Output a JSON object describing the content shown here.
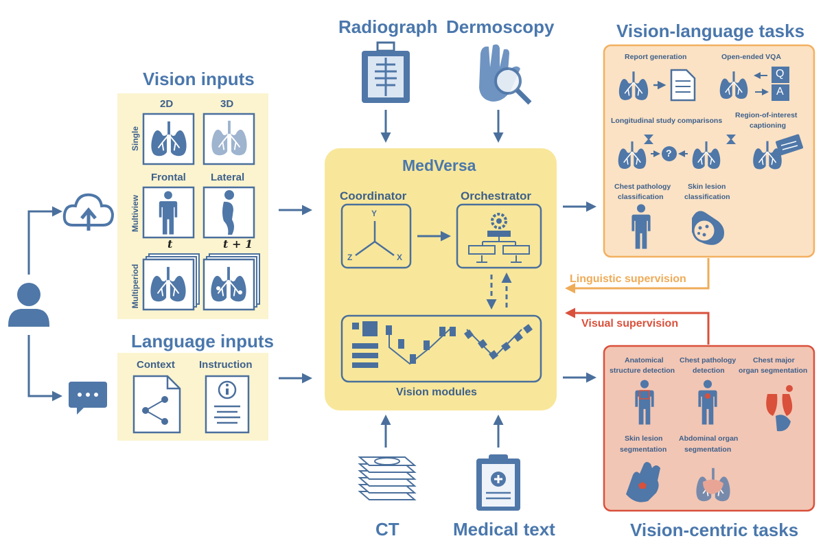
{
  "colors": {
    "blue": "#4a6f9c",
    "icon_blue": "#4f77a8",
    "title_blue": "#4a77ac",
    "yellow_panel": "#fbf4cf",
    "center_panel": "#f8e79a",
    "orange_border": "#f2b060",
    "orange_fill": "#fbe2c4",
    "red_border": "#d9503b",
    "red_fill": "#f2c6b4",
    "linguistic": "#efab58",
    "visual": "#d9503b"
  },
  "user": {
    "icon": "person-icon"
  },
  "cloud": {
    "icon": "cloud-upload-icon"
  },
  "chat": {
    "icon": "chat-bubble-icon"
  },
  "vision_inputs": {
    "title": "Vision inputs",
    "col_2d": "2D",
    "col_3d": "3D",
    "row_single": "Single",
    "row_multiview": "Multiview",
    "row_multiperiod": "Multiperiod",
    "frontal": "Frontal",
    "lateral": "Lateral",
    "t": "t",
    "t_plus": "t + 1"
  },
  "language_inputs": {
    "title": "Language inputs",
    "context": "Context",
    "instruction": "Instruction"
  },
  "top_inputs": {
    "radiograph": "Radiograph",
    "dermoscopy": "Dermoscopy"
  },
  "bottom_inputs": {
    "ct": "CT",
    "medical_text": "Medical text"
  },
  "medversa": {
    "title": "MedVersa",
    "coordinator": "Coordinator",
    "orchestrator": "Orchestrator",
    "vision_modules": "Vision modules",
    "axis_x": "X",
    "axis_y": "Y",
    "axis_z": "Z"
  },
  "vl_tasks": {
    "title": "Vision-language tasks",
    "report_generation": "Report generation",
    "open_vqa": "Open-ended VQA",
    "vqa_q": "Q",
    "vqa_a": "A",
    "longitudinal": "Longitudinal study comparisons",
    "roi_line1": "Region-of-interest",
    "roi_line2": "captioning",
    "chest_cls_line1": "Chest pathology",
    "chest_cls_line2": "classification",
    "skin_cls_line1": "Skin lesion",
    "skin_cls_line2": "classification",
    "question_mark": "?"
  },
  "vc_tasks": {
    "title": "Vision-centric tasks",
    "anat_line1": "Anatomical",
    "anat_line2": "structure detection",
    "chest_det_line1": "Chest pathology",
    "chest_det_line2": "detection",
    "organ_seg_line1": "Chest major",
    "organ_seg_line2": "organ segmentation",
    "skin_seg_line1": "Skin lesion",
    "skin_seg_line2": "segmentation",
    "abd_seg_line1": "Abdominal organ",
    "abd_seg_line2": "segmentation"
  },
  "supervision": {
    "linguistic": "Linguistic supervision",
    "visual": "Visual supervision"
  }
}
